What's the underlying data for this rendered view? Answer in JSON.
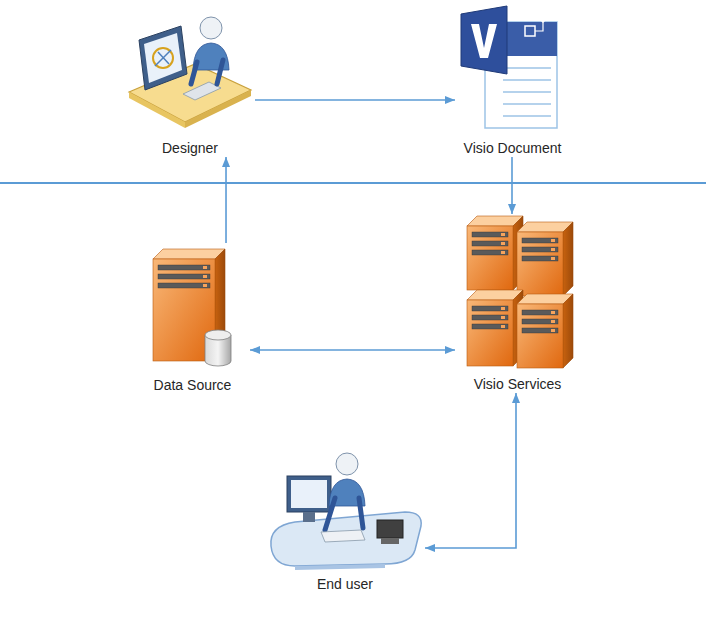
{
  "diagram": {
    "nodes": [
      {
        "text": [
          "Designer"
        ]
      },
      {
        "text": [
          "Visio Document"
        ]
      },
      {
        "text": [
          "Data Source"
        ]
      },
      {
        "text": [
          "Visio Services"
        ]
      },
      {
        "text": [
          "End user"
        ]
      }
    ],
    "edges": [
      {
        "from": 0,
        "to": 1,
        "arrow": "to"
      },
      {
        "from": 1,
        "to": 3,
        "arrow": "to"
      },
      {
        "from": 2,
        "to": 0,
        "arrow": "to"
      },
      {
        "from": 2,
        "to": 3,
        "arrow": "both"
      },
      {
        "from": 4,
        "to": 3,
        "arrow": "both"
      }
    ]
  }
}
